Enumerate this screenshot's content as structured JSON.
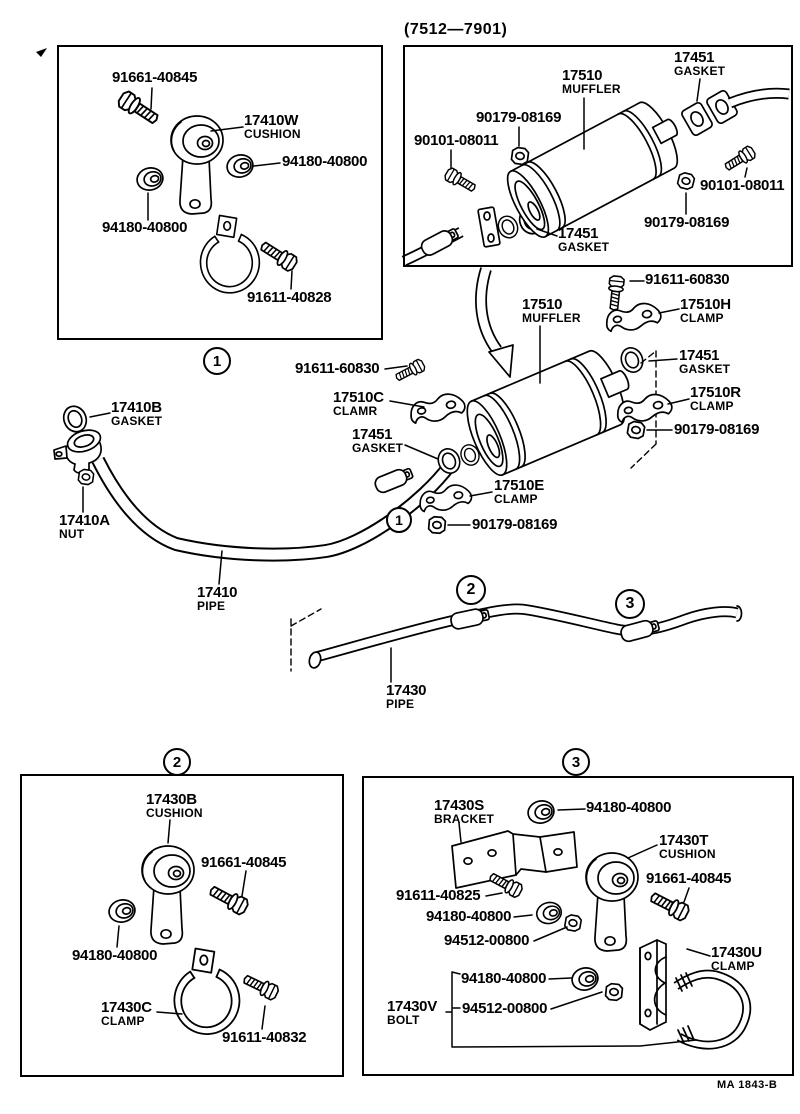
{
  "doc": {
    "range_note": "(7512—7901)",
    "code": "MA 1843-B"
  },
  "callouts": {
    "one": "1",
    "two": "2",
    "three": "3"
  },
  "labels": {
    "b1_bolt": {
      "num": "91661-40845",
      "name": ""
    },
    "b1_cushion": {
      "num": "17410W",
      "name": "CUSHION"
    },
    "b1_grommet_r": {
      "num": "94180-40800",
      "name": ""
    },
    "b1_grommet_l": {
      "num": "94180-40800",
      "name": ""
    },
    "b1_clampbolt": {
      "num": "91611-40828",
      "name": ""
    },
    "b2_gasket_top": {
      "num": "17451",
      "name": "GASKET"
    },
    "b2_muffler": {
      "num": "17510",
      "name": "MUFFLER"
    },
    "b2_nut_top": {
      "num": "90179-08169",
      "name": ""
    },
    "b2_bolt_left": {
      "num": "90101-08011",
      "name": ""
    },
    "b2_bolt_right": {
      "num": "90101-08011",
      "name": ""
    },
    "b2_nut_right": {
      "num": "90179-08169",
      "name": ""
    },
    "b2_gasket_bot": {
      "num": "17451",
      "name": "GASKET"
    },
    "m_bolt_top": {
      "num": "91611-60830",
      "name": ""
    },
    "m_clamp_h": {
      "num": "17510H",
      "name": "CLAMP"
    },
    "m_muffler": {
      "num": "17510",
      "name": "MUFFLER"
    },
    "m_gasket_r": {
      "num": "17451",
      "name": "GASKET"
    },
    "m_clamp_r": {
      "num": "17510R",
      "name": "CLAMP"
    },
    "m_nut_r": {
      "num": "90179-08169",
      "name": ""
    },
    "m_bolt_l": {
      "num": "91611-60830",
      "name": ""
    },
    "m_clamp_c": {
      "num": "17510C",
      "name": "CLAMR"
    },
    "m_gasket_l": {
      "num": "17451",
      "name": "GASKET"
    },
    "m_gasket_front": {
      "num": "17410B",
      "name": "GASKET"
    },
    "m_nut_front": {
      "num": "17410A",
      "name": "NUT"
    },
    "m_front_pipe": {
      "num": "17410",
      "name": "PIPE"
    },
    "m_clamp_e": {
      "num": "17510E",
      "name": "CLAMP"
    },
    "m_nut_b": {
      "num": "90179-08169",
      "name": ""
    },
    "p2_pipe": {
      "num": "17430",
      "name": "PIPE"
    },
    "b3_cushion": {
      "num": "17430B",
      "name": "CUSHION"
    },
    "b3_bolt": {
      "num": "91661-40845",
      "name": ""
    },
    "b3_grommet": {
      "num": "94180-40800",
      "name": ""
    },
    "b3_clamp": {
      "num": "17430C",
      "name": "CLAMP"
    },
    "b3_clampbolt": {
      "num": "91611-40832",
      "name": ""
    },
    "b4_bracket": {
      "num": "17430S",
      "name": "BRACKET"
    },
    "b4_grommet_top": {
      "num": "94180-40800",
      "name": ""
    },
    "b4_cushion": {
      "num": "17430T",
      "name": "CUSHION"
    },
    "b4_bolt": {
      "num": "91661-40845",
      "name": ""
    },
    "b4_bolt2": {
      "num": "91611-40825",
      "name": ""
    },
    "b4_grommet_mid": {
      "num": "94180-40800",
      "name": ""
    },
    "b4_nut_mid": {
      "num": "94512-00800",
      "name": ""
    },
    "b4_grommet_low": {
      "num": "94180-40800",
      "name": ""
    },
    "b4_nut_low": {
      "num": "94512-00800",
      "name": ""
    },
    "b4_vbolt": {
      "num": "17430V",
      "name": "BOLT"
    },
    "b4_uclamp": {
      "num": "17430U",
      "name": "CLAMP"
    }
  }
}
